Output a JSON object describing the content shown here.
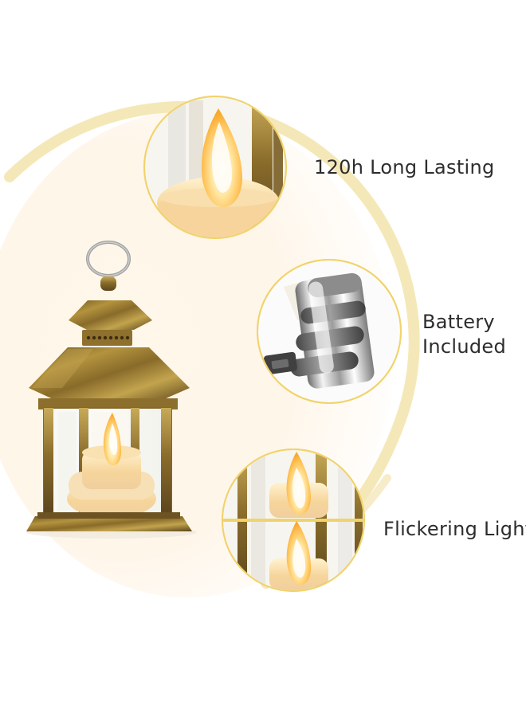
{
  "features": {
    "lasting": "120h Long Lasting",
    "battery_line_1": "Battery",
    "battery_line_2": "Included",
    "flicker": "Flickering Light"
  },
  "colors": {
    "background": "#ffffff",
    "warm_glow": "#fff1dc",
    "ring_gold": "#f0d56c",
    "lantern_bronze": "#9a7a32",
    "flame": "#ffd36b"
  },
  "icons": {
    "main": "lantern",
    "battery": "battery",
    "flame": "flame"
  }
}
